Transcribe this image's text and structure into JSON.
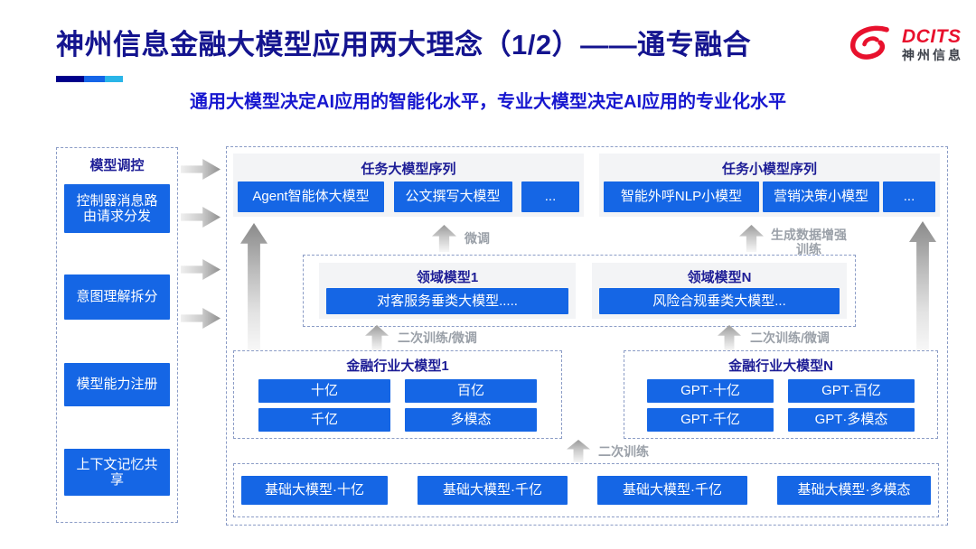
{
  "header": {
    "title": "神州信息金融大模型应用两大理念（1/2）——通专融合",
    "subtitle": "通用大模型决定AI应用的智能化水平，专业大模型决定AI应用的专业化水平",
    "logo": {
      "brand": "DCITS",
      "brand_cn": "神州信息"
    }
  },
  "sidebar": {
    "title": "模型调控",
    "items": [
      "控制器消息路由请求分发",
      "意图理解拆分",
      "模型能力注册",
      "上下文记忆共享"
    ]
  },
  "main": {
    "task_large_series": {
      "title": "任务大模型序列",
      "items": [
        "Agent智能体大模型",
        "公文撰写大模型",
        "..."
      ]
    },
    "task_small_series": {
      "title": "任务小模型序列",
      "items": [
        "智能外呼NLP小模型",
        "营销决策小模型",
        "..."
      ]
    },
    "labels": {
      "finetune": "微调",
      "data_augment": "生成数据增强训练",
      "retrain_finetune_left": "二次训练/微调",
      "retrain_finetune_right": "二次训练/微调",
      "retrain": "二次训练"
    },
    "domain_models": [
      {
        "title": "领域模型1",
        "item": "对客服务垂类大模型....."
      },
      {
        "title": "领域模型N",
        "item": "风险合规垂类大模型..."
      }
    ],
    "industry_models": [
      {
        "title": "金融行业大模型1",
        "items": [
          "十亿",
          "百亿",
          "千亿",
          "多模态"
        ]
      },
      {
        "title": "金融行业大模型N",
        "items": [
          "GPT·十亿",
          "GPT·百亿",
          "GPT·千亿",
          "GPT·多模态"
        ]
      }
    ],
    "base_models": [
      "基础大模型·十亿",
      "基础大模型·千亿",
      "基础大模型·千亿",
      "基础大模型·多模态"
    ]
  },
  "colors": {
    "button_blue": "#1566e5",
    "title_navy": "#14148f",
    "subtitle_blue": "#1717cf",
    "logo_red": "#e8112d",
    "bar_segments": [
      "#00008b",
      "#1565e8",
      "#2ab5e8"
    ]
  }
}
